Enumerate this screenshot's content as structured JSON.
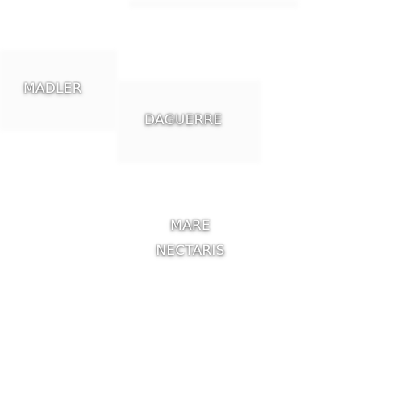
{
  "map": {
    "labels": {
      "madler": "MADLER",
      "daguerre": "DAGUERRE",
      "mare_nectaris": {
        "line1": "MARE",
        "line2": "NECTARIS"
      }
    }
  }
}
